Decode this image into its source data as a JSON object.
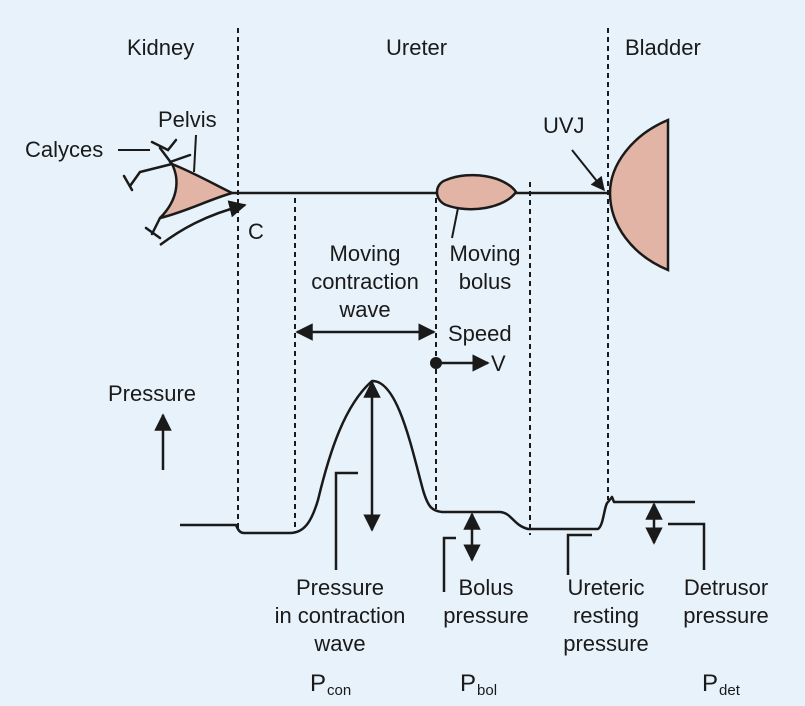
{
  "colors": {
    "background": "#e8f2fa",
    "ink": "#1a1a1a",
    "tissue_fill": "#e2b4a6"
  },
  "regions": {
    "kidney": "Kidney",
    "ureter": "Ureter",
    "bladder": "Bladder"
  },
  "anatomy": {
    "pelvis": "Pelvis",
    "calyces": "Calyces",
    "uvj": "UVJ",
    "c_label": "C"
  },
  "wave": {
    "contraction_line1": "Moving",
    "contraction_line2": "contraction",
    "contraction_line3": "wave",
    "bolus_line1": "Moving",
    "bolus_line2": "bolus",
    "speed": "Speed",
    "speed_symbol": "V"
  },
  "pressure_axis": {
    "label": "Pressure"
  },
  "pressures": {
    "contraction_line1": "Pressure",
    "contraction_line2": "in contraction",
    "contraction_line3": "wave",
    "bolus_line1": "Bolus",
    "bolus_line2": "pressure",
    "resting_line1": "Ureteric",
    "resting_line2": "resting",
    "resting_line3": "pressure",
    "detrusor_line1": "Detrusor",
    "detrusor_line2": "pressure"
  },
  "symbols": {
    "con_base": "P",
    "con_sub": "con",
    "bol_base": "P",
    "bol_sub": "bol",
    "det_base": "P",
    "det_sub": "det"
  }
}
